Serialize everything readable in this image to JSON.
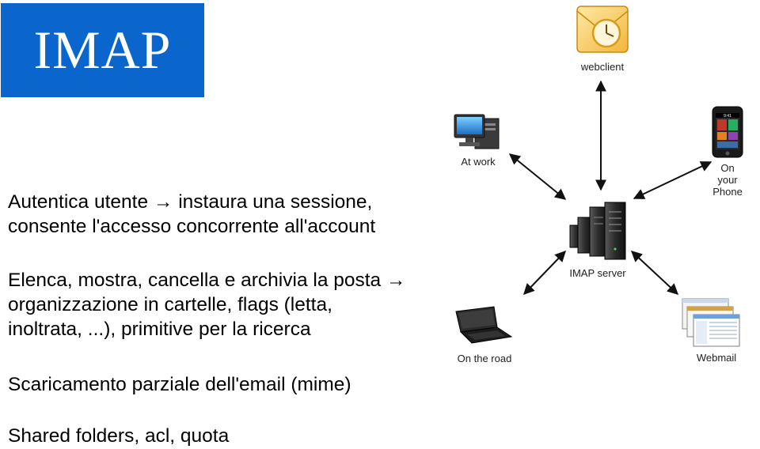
{
  "title": "IMAP",
  "bullets": [
    {
      "lines": [
        "Autentica utente → instaura una sessione,",
        "consente l'accesso concorrente all'account"
      ]
    },
    {
      "lines": [
        "Elenca, mostra, cancella e archivia la posta →",
        "organizzazione in cartelle, flags (letta,",
        "inoltrata, ...), primitive per la ricerca"
      ]
    },
    {
      "lines": [
        "Scaricamento parziale dell'email (mime)"
      ]
    },
    {
      "lines": [
        "Shared folders, acl, quota"
      ]
    }
  ],
  "diagram": {
    "labels": {
      "webclient": "webclient",
      "at_work": "At work",
      "phone": [
        "On",
        "your",
        "Phone"
      ],
      "server": "IMAP server",
      "on_the_road": "On the road",
      "webmail": "Webmail"
    },
    "phone_time": "9:41"
  }
}
